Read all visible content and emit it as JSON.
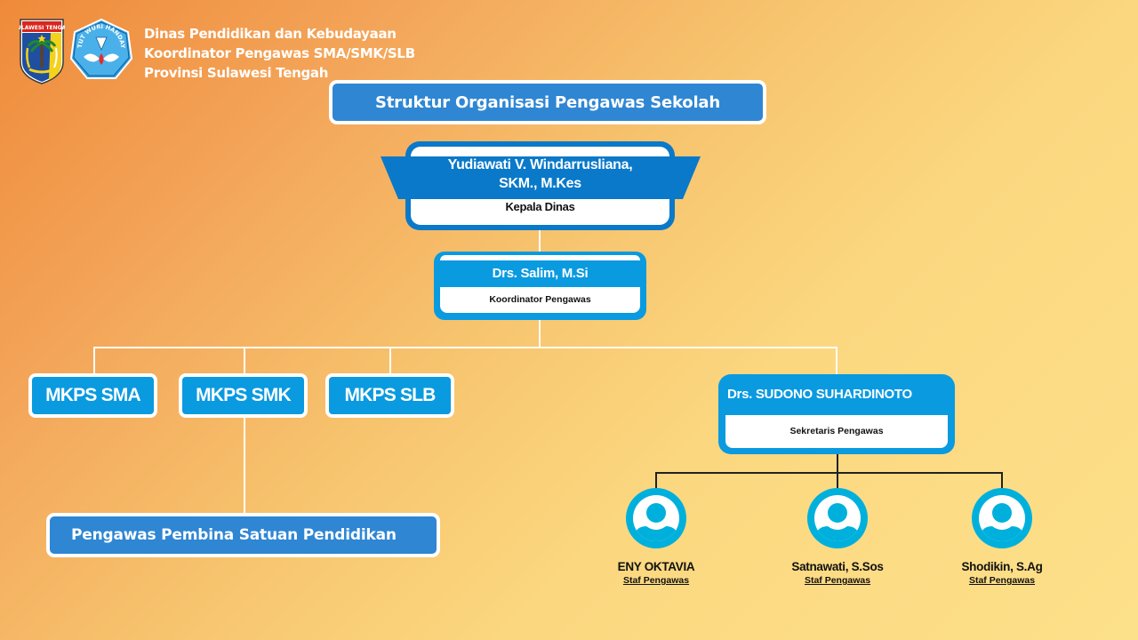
{
  "header": {
    "logos": [
      {
        "name": "Sulawesi Tengah coat of arms",
        "label": "SULAWESI TENGAH"
      },
      {
        "name": "Tut Wuri Handayani emblem",
        "label": "TUT WURI HANDAYANI"
      }
    ],
    "lines": [
      "Dinas Pendidikan dan Kebudayaan",
      "Koordinator Pengawas SMA/SMK/SLB",
      "Provinsi Sulawesi Tengah"
    ]
  },
  "title": "Struktur Organisasi Pengawas Sekolah",
  "head": {
    "name_line1": "Yudiawati V. Windarrusliana,",
    "name_line2": "SKM., M.Kes",
    "role": "Kepala Dinas"
  },
  "coordinator": {
    "name": "Drs. Salim, M.Si",
    "role": "Koordinator Pengawas"
  },
  "mkps": [
    {
      "label": "MKPS SMA"
    },
    {
      "label": "MKPS SMK"
    },
    {
      "label": "MKPS SLB"
    }
  ],
  "pembina": "Pengawas Pembina Satuan Pendidikan",
  "secretary": {
    "name": "Drs. SUDONO SUHARDINOTO",
    "role": "Sekretaris Pengawas"
  },
  "staff": [
    {
      "name": "ENY OKTAVIA",
      "role": "Staf Pengawas",
      "icon": "user-avatar-icon"
    },
    {
      "name": "Satnawati, S.Sos",
      "role": "Staf Pengawas",
      "icon": "user-avatar-icon"
    },
    {
      "name": "Shodikin, S.Ag",
      "role": "Staf Pengawas",
      "icon": "user-avatar-icon"
    }
  ],
  "colors": {
    "primary_blue": "#2f86d3",
    "card_blue": "#0a9ae0",
    "head_blue": "#0a79c9",
    "avatar_blue": "#00b0dc",
    "bg_start": "#ef8a3a",
    "bg_end": "#fde08a"
  }
}
